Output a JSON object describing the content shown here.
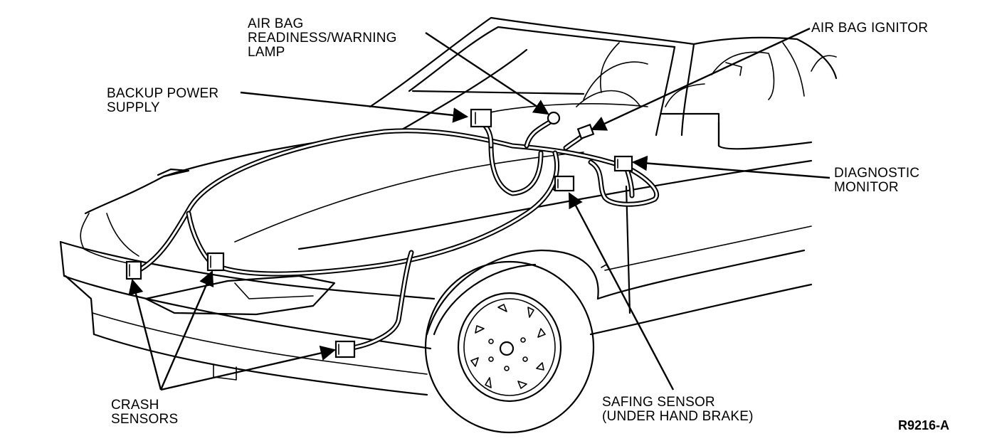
{
  "labels": {
    "air_bag_lamp": [
      "AIR BAG",
      "READINESS/WARNING",
      "LAMP"
    ],
    "air_bag_ignitor": [
      "AIR BAG IGNITOR"
    ],
    "backup_power": [
      "BACKUP POWER",
      "SUPPLY"
    ],
    "diagnostic_monitor": [
      "DIAGNOSTIC",
      "MONITOR"
    ],
    "crash_sensors": [
      "CRASH",
      "SENSORS"
    ],
    "safing_sensor": [
      "SAFING SENSOR",
      "(UNDER HAND BRAKE)"
    ]
  },
  "figure_id": "R9216-A"
}
